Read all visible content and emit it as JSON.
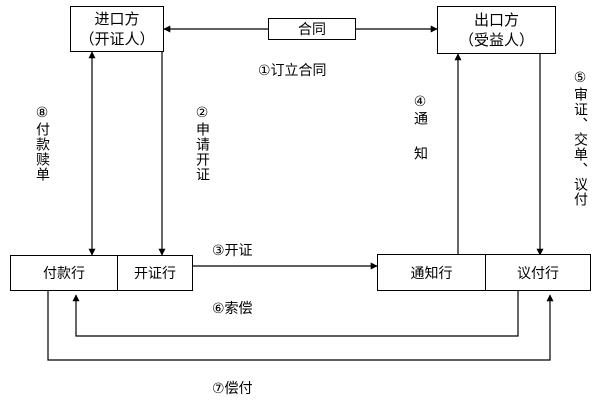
{
  "nodes": {
    "importer": {
      "name": "进口方",
      "role": "（开证人）"
    },
    "exporter": {
      "name": "出口方",
      "role": "（受益人）"
    },
    "paying_bank": "付款行",
    "issuing_bank": "开证行",
    "advising_bank": "通知行",
    "negotiating_bank": "议付行"
  },
  "contract_label": "合同",
  "steps": {
    "s1": "①订立合同",
    "s2": "②申请开证",
    "s3": "③开证",
    "s4": "④通",
    "s4b": "知",
    "s5": "⑤审证、交单、议付",
    "s6": "⑥索偿",
    "s7": "⑦偿付",
    "s8": "⑧付款赎单"
  }
}
